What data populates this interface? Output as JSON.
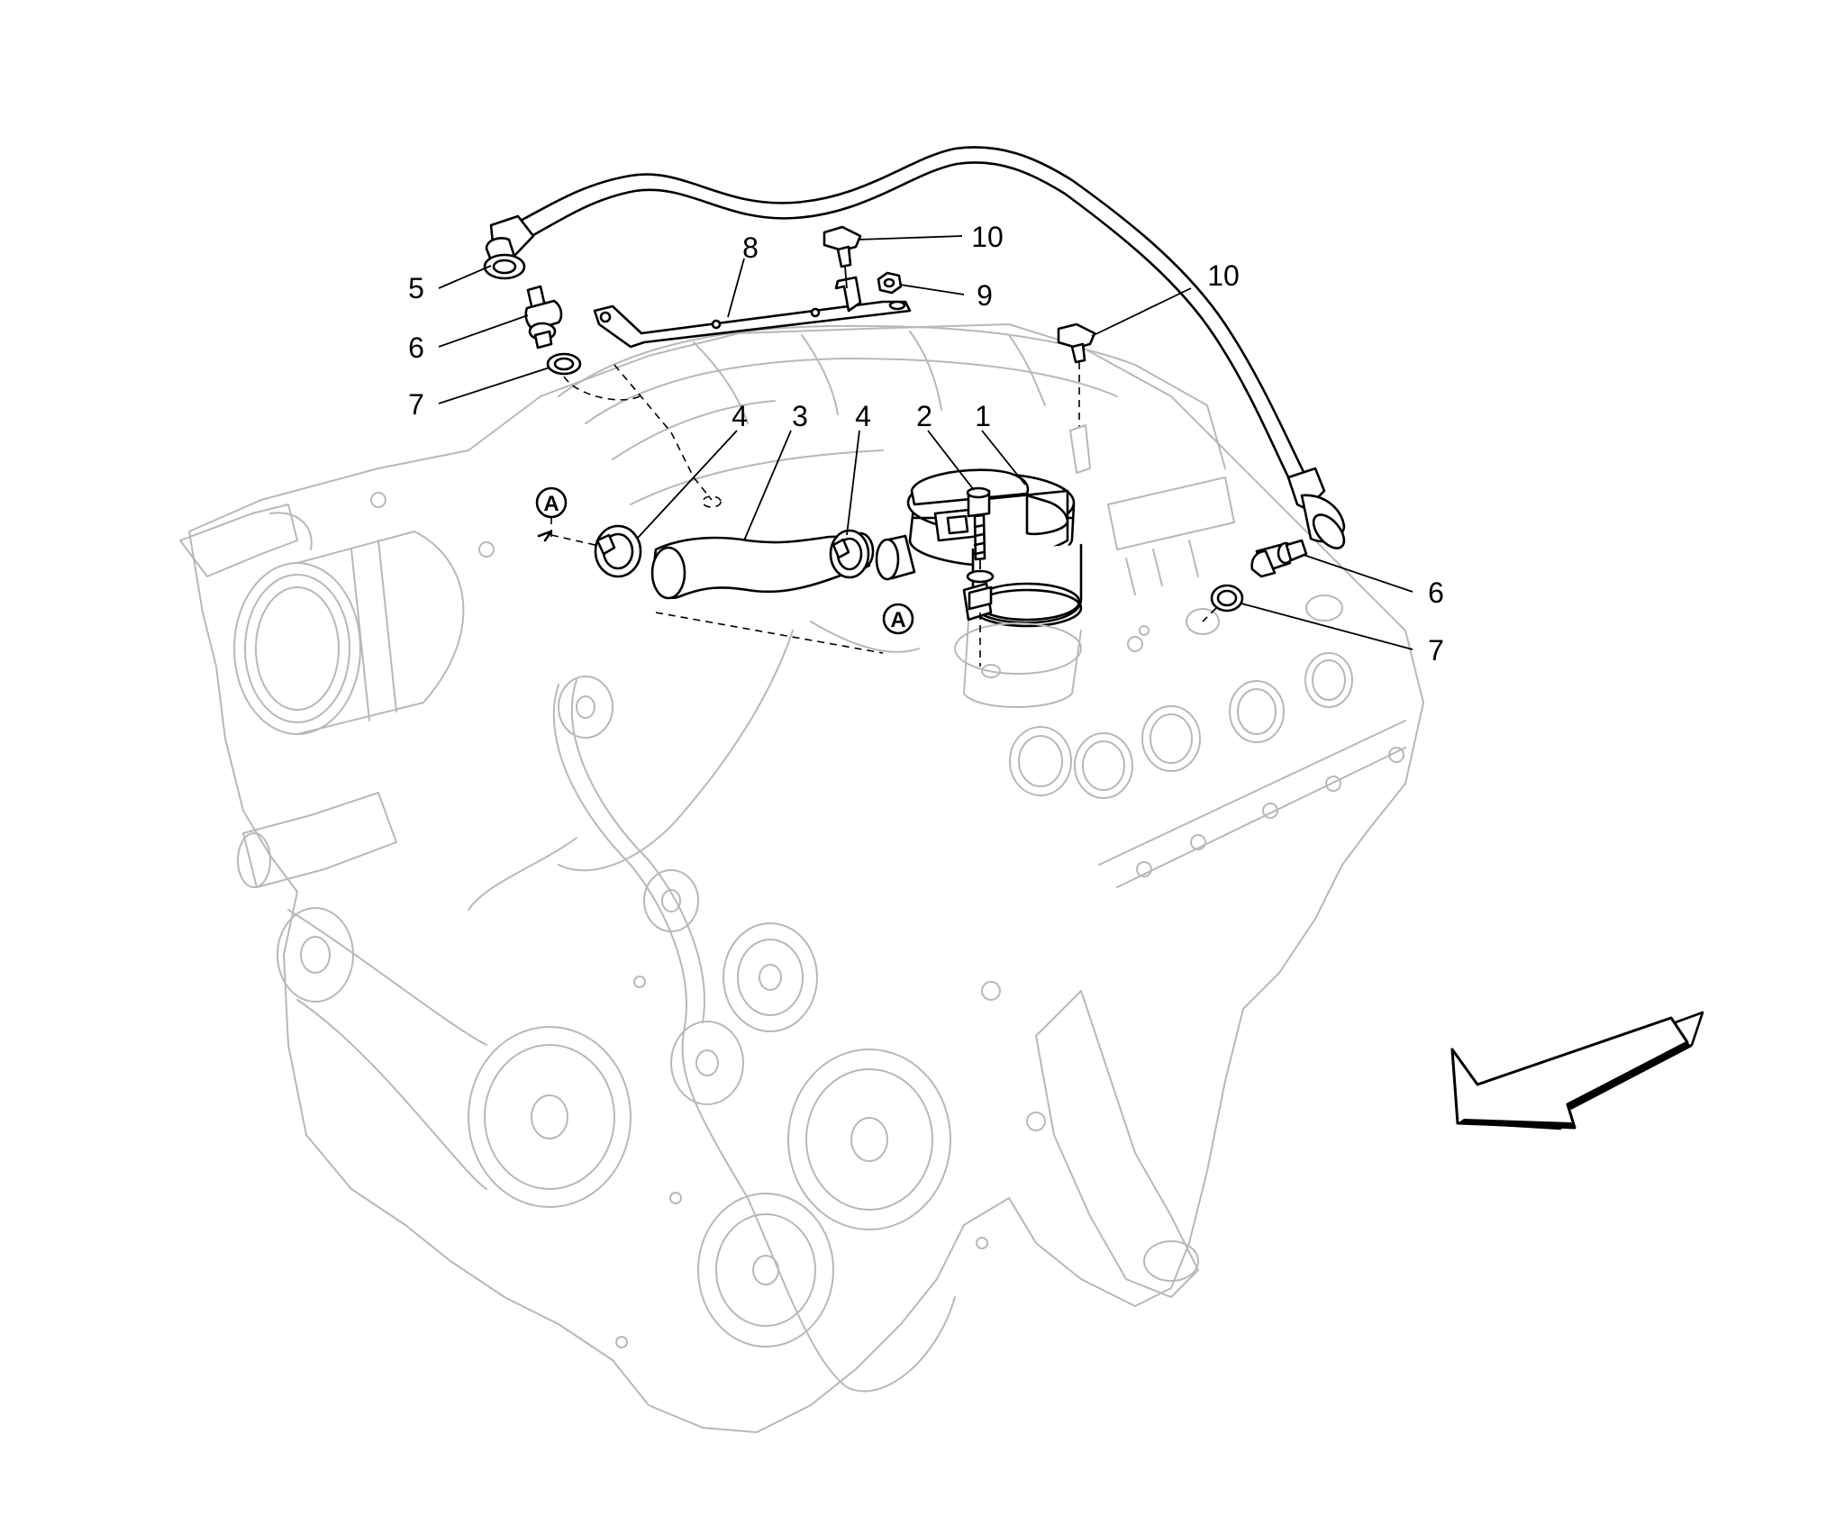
{
  "callouts": {
    "c1": "1",
    "c2": "2",
    "c3": "3",
    "c4a": "4",
    "c4b": "4",
    "c5": "5",
    "c6a": "6",
    "c6b": "6",
    "c7a": "7",
    "c7b": "7",
    "c8": "8",
    "c9": "9",
    "c10a": "10",
    "c10b": "10"
  },
  "refs": {
    "a1": "A",
    "a2": "A"
  },
  "colors": {
    "line_art": "#000000",
    "background_engine": "#b8b8b8",
    "background": "#ffffff"
  },
  "icons": {
    "direction": "front-direction-arrow-icon"
  }
}
